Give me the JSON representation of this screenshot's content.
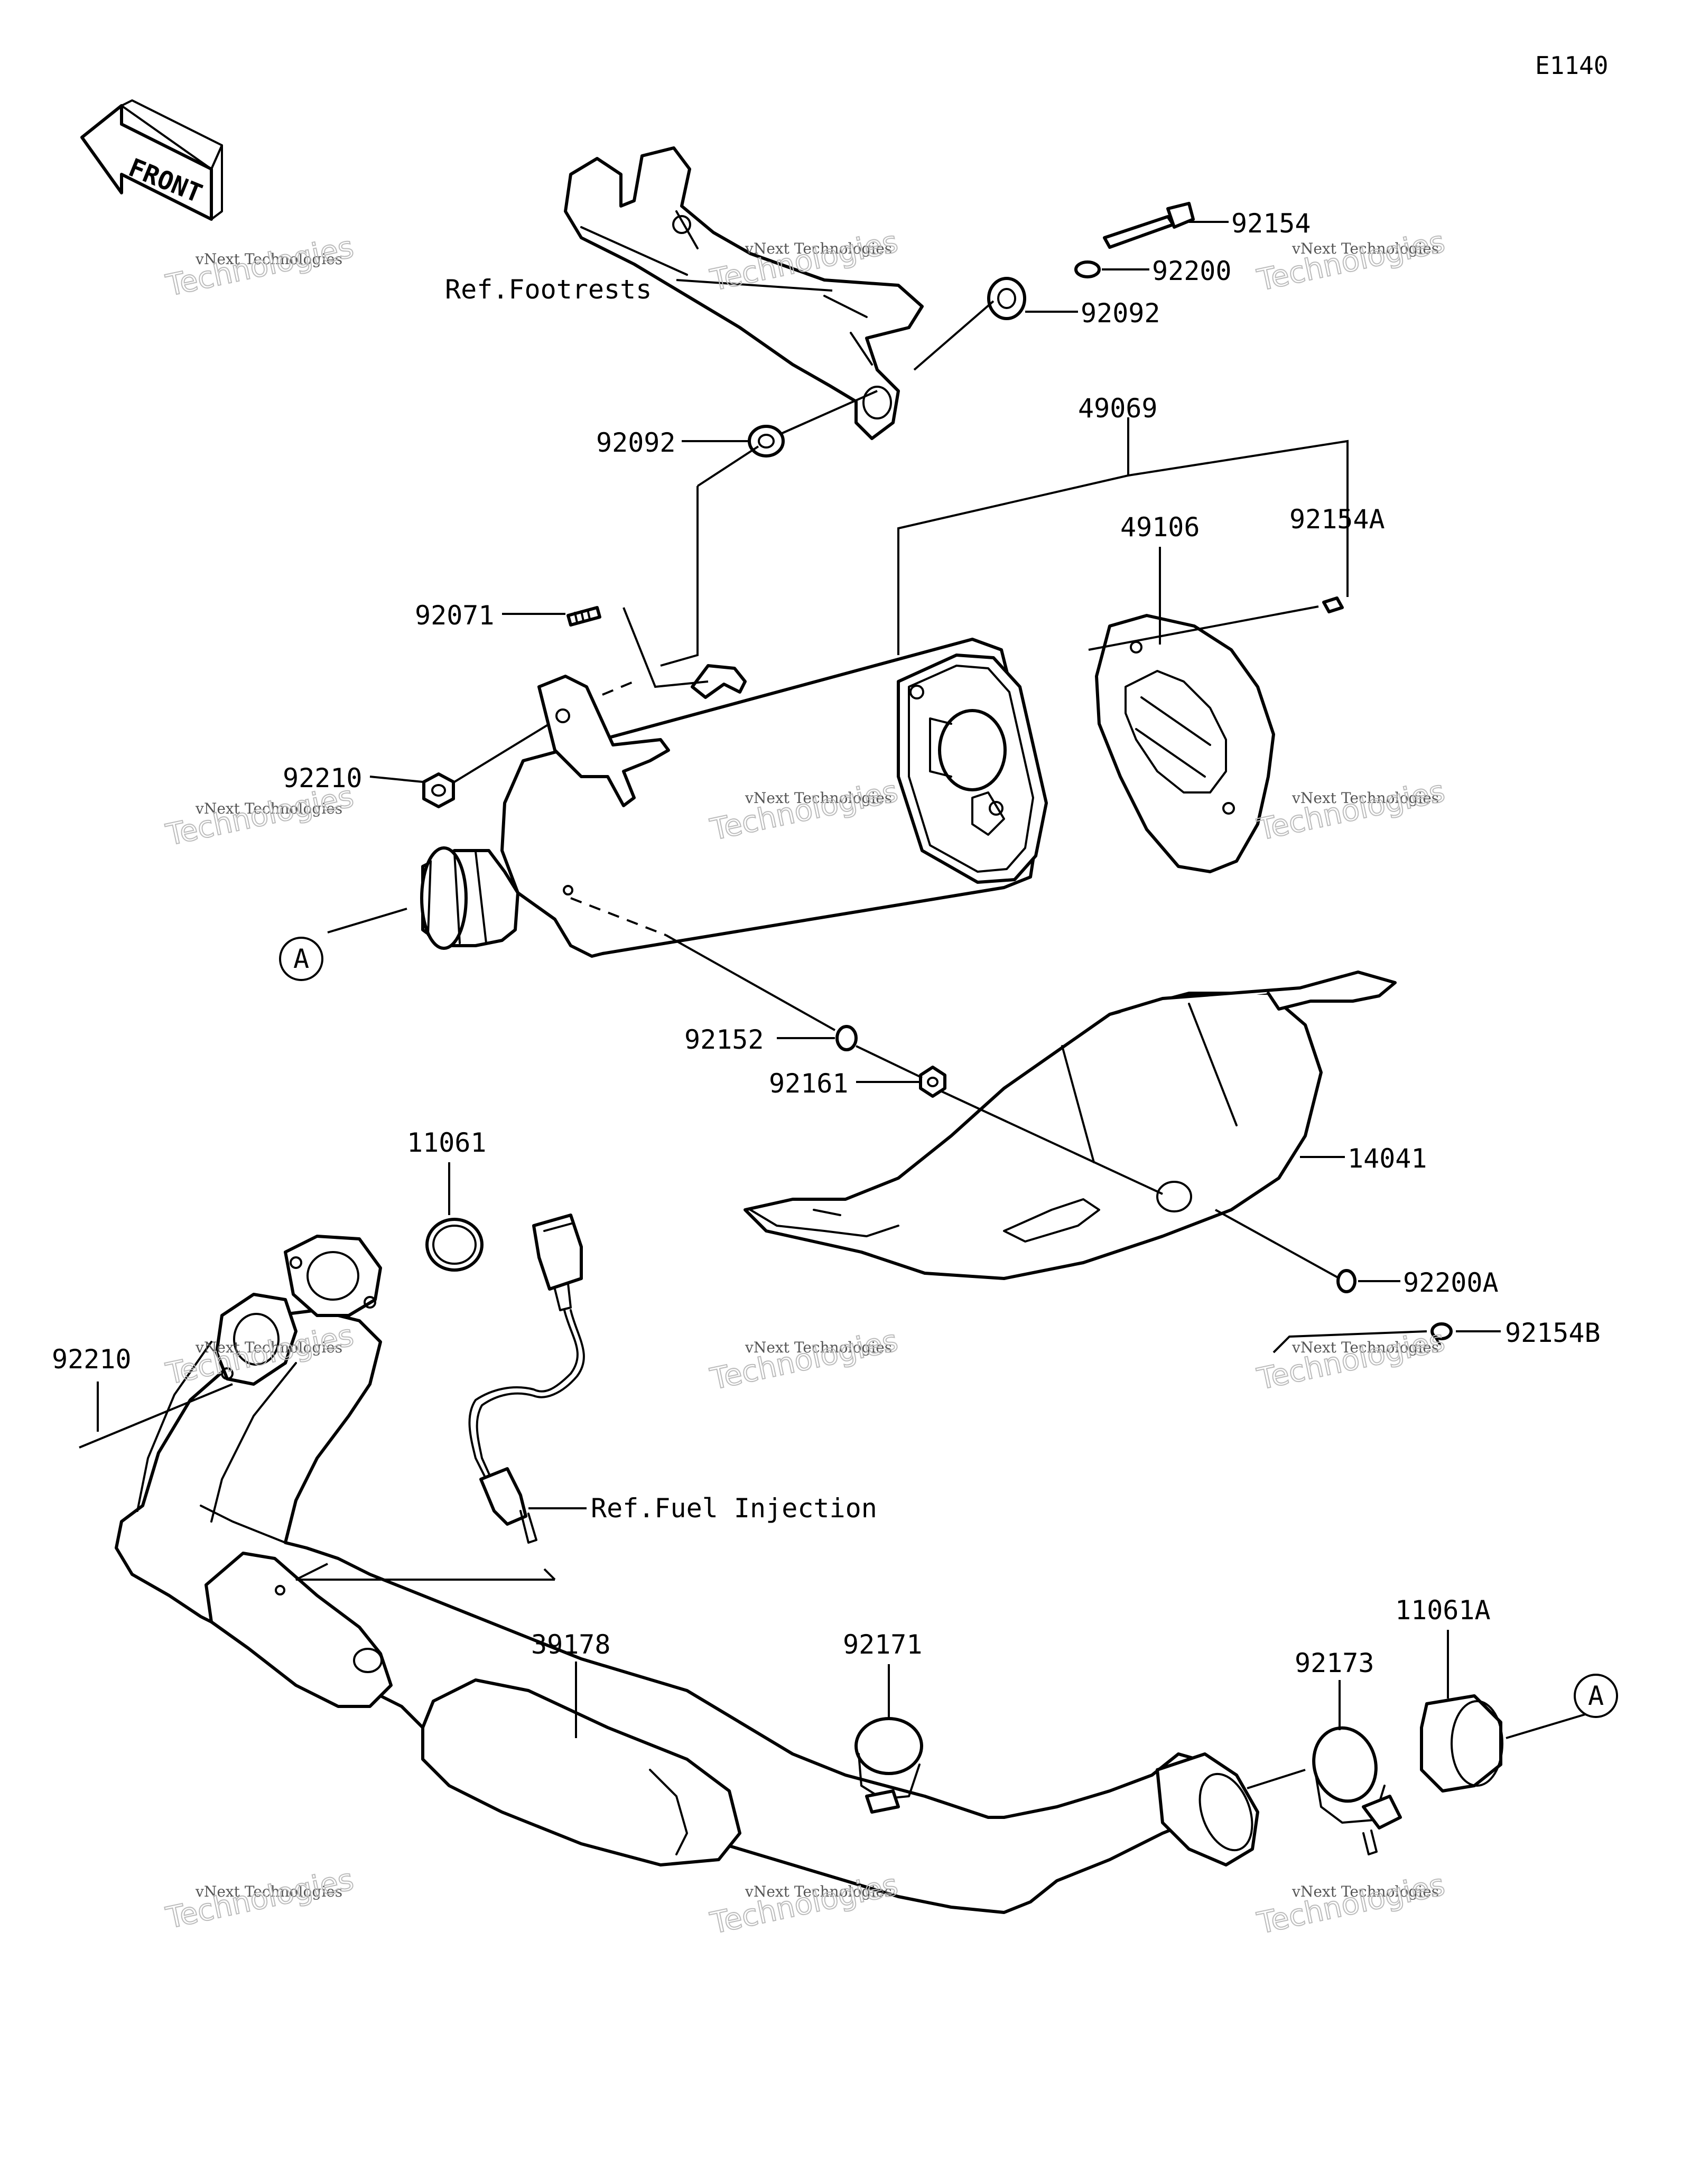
{
  "diagram": {
    "code": "E1140",
    "front_label": "FRONT",
    "watermark_line1": "vNext Technologies",
    "watermark_line2": "Technologies",
    "labels": {
      "ref_footrests": "Ref.Footrests",
      "ref_fuel_injection": "Ref.Fuel Injection",
      "p92154": "92154",
      "p92200": "92200",
      "p92092_top": "92092",
      "p92092_left": "92092",
      "p49069": "49069",
      "p49106": "49106",
      "p92154A": "92154A",
      "p92071": "92071",
      "p92210_top": "92210",
      "p92152": "92152",
      "p92161": "92161",
      "p14041": "14041",
      "p11061": "11061",
      "p92200A": "92200A",
      "p92154B": "92154B",
      "p92210_bottom": "92210",
      "p39178": "39178",
      "p92171": "92171",
      "p92173": "92173",
      "p11061A": "11061A",
      "ref_a_left": "A",
      "ref_a_right": "A"
    }
  }
}
